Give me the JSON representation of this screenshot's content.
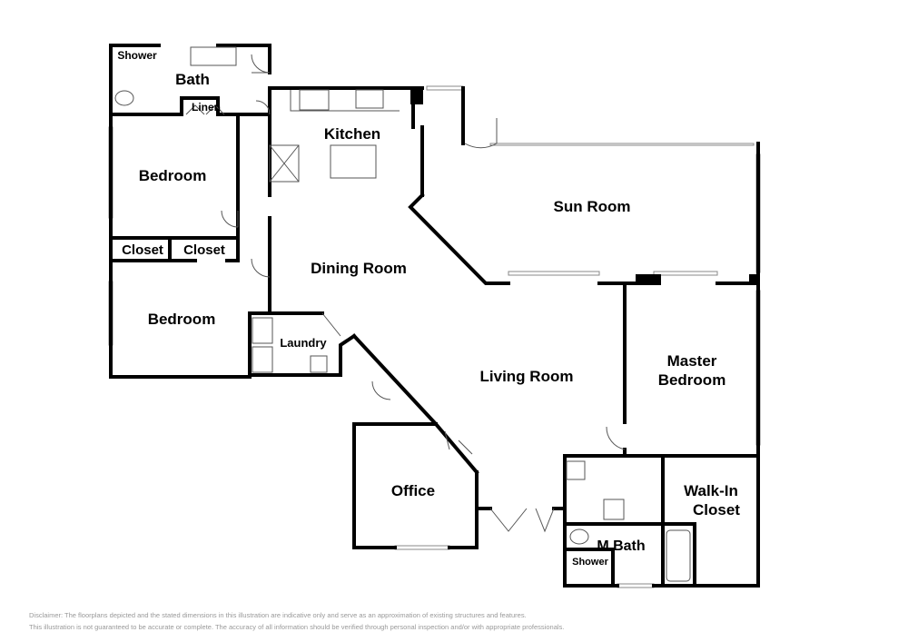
{
  "rooms": {
    "shower": "Shower",
    "bath": "Bath",
    "linen": "Linen",
    "kitchen": "Kitchen",
    "bedroom1": "Bedroom",
    "closet1": "Closet",
    "closet2": "Closet",
    "bedroom2": "Bedroom",
    "dining": "Dining Room",
    "laundry": "Laundry",
    "sun": "Sun Room",
    "living": "Living Room",
    "master1": "Master",
    "master2": "Bedroom",
    "office": "Office",
    "walkin1": "Walk-In",
    "walkin2": "Closet",
    "mbath": "M.Bath",
    "mshower": "Shower"
  },
  "disclaimer": {
    "line1": "Disclaimer: The floorplans depicted and the stated dimensions in this illustration are indicative only and serve as an approximation of existing structures and features.",
    "line2": "This illustration is not guaranteed to be accurate or complete. The accuracy of all information should be verified through personal inspection and/or with appropriate professionals."
  }
}
